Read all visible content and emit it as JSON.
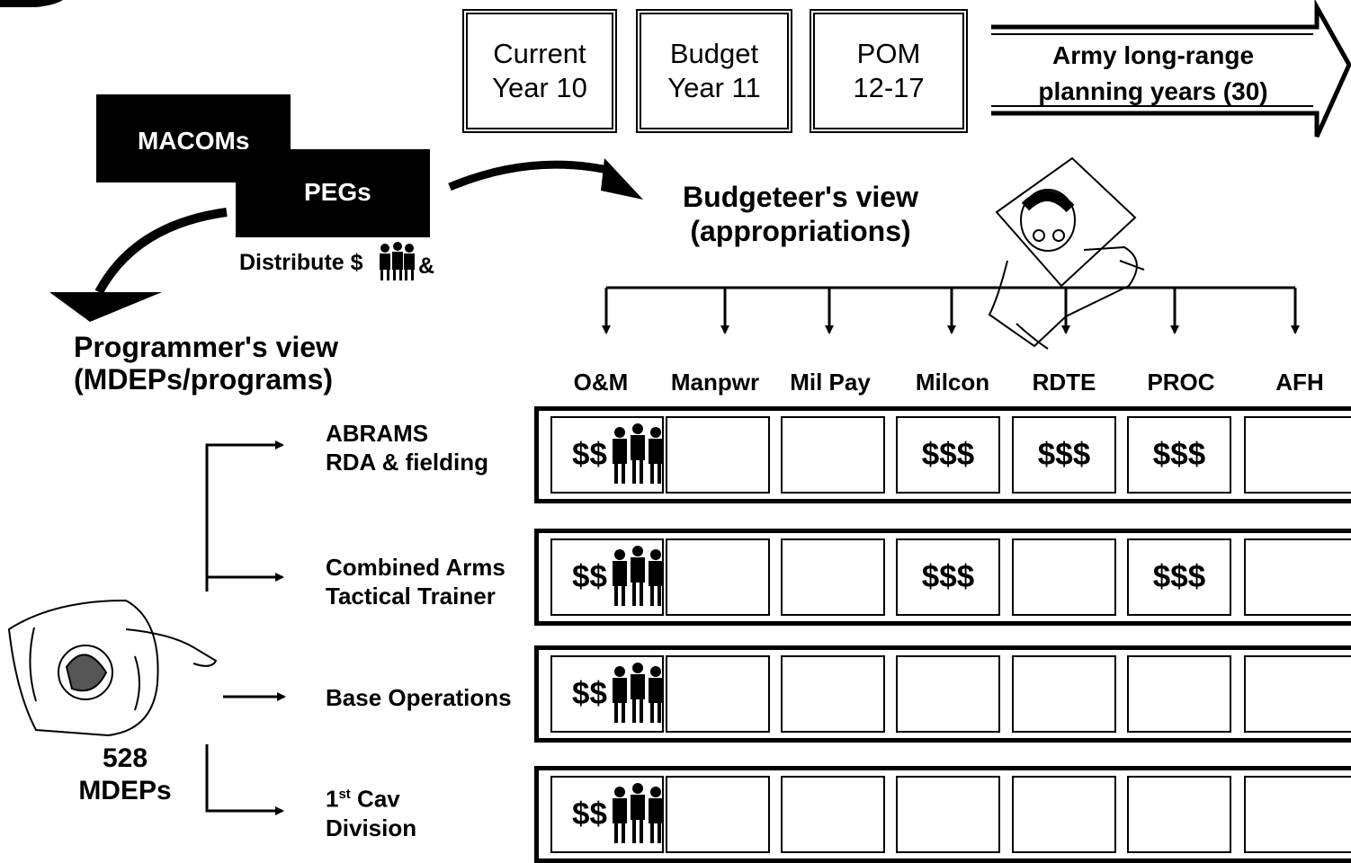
{
  "timeline": {
    "boxes": [
      {
        "label": "Current\nYear 10"
      },
      {
        "label": "Budget\nYear 11"
      },
      {
        "label": "POM\n12-17"
      }
    ],
    "arrow_label": "Army long-range\nplanning years (30)"
  },
  "org": {
    "macoms": "MACOMs",
    "pegs": "PEGs",
    "distribute": "Distribute $",
    "distribute_suffix": "&"
  },
  "budgeteer": {
    "title_line1": "Budgeteer's view",
    "title_line2": "(appropriations)"
  },
  "programmer": {
    "title_line1": "Programmer's view",
    "title_line2": "(MDEPs/programs)",
    "count": "528",
    "count_label": "MDEPs"
  },
  "appropriations": [
    "O&M",
    "Manpwr",
    "Mil Pay",
    "Milcon",
    "RDTE",
    "PROC",
    "AFH"
  ],
  "programs": [
    {
      "label": "ABRAMS\nRDA & fielding",
      "cells": [
        "$$",
        "",
        "",
        "$$$",
        "$$$",
        "$$$",
        ""
      ]
    },
    {
      "label": "Combined Arms\nTactical Trainer",
      "cells": [
        "$$",
        "",
        "",
        "$$$",
        "",
        "$$$",
        ""
      ]
    },
    {
      "label": "Base Operations",
      "cells": [
        "$$",
        "",
        "",
        "",
        "",
        "",
        ""
      ]
    },
    {
      "label_prefix": "1",
      "label_sup": "st",
      "label_rest": " Cav",
      "label_line2": "Division",
      "cells": [
        "$$",
        "",
        "",
        "",
        "",
        "",
        ""
      ]
    }
  ]
}
